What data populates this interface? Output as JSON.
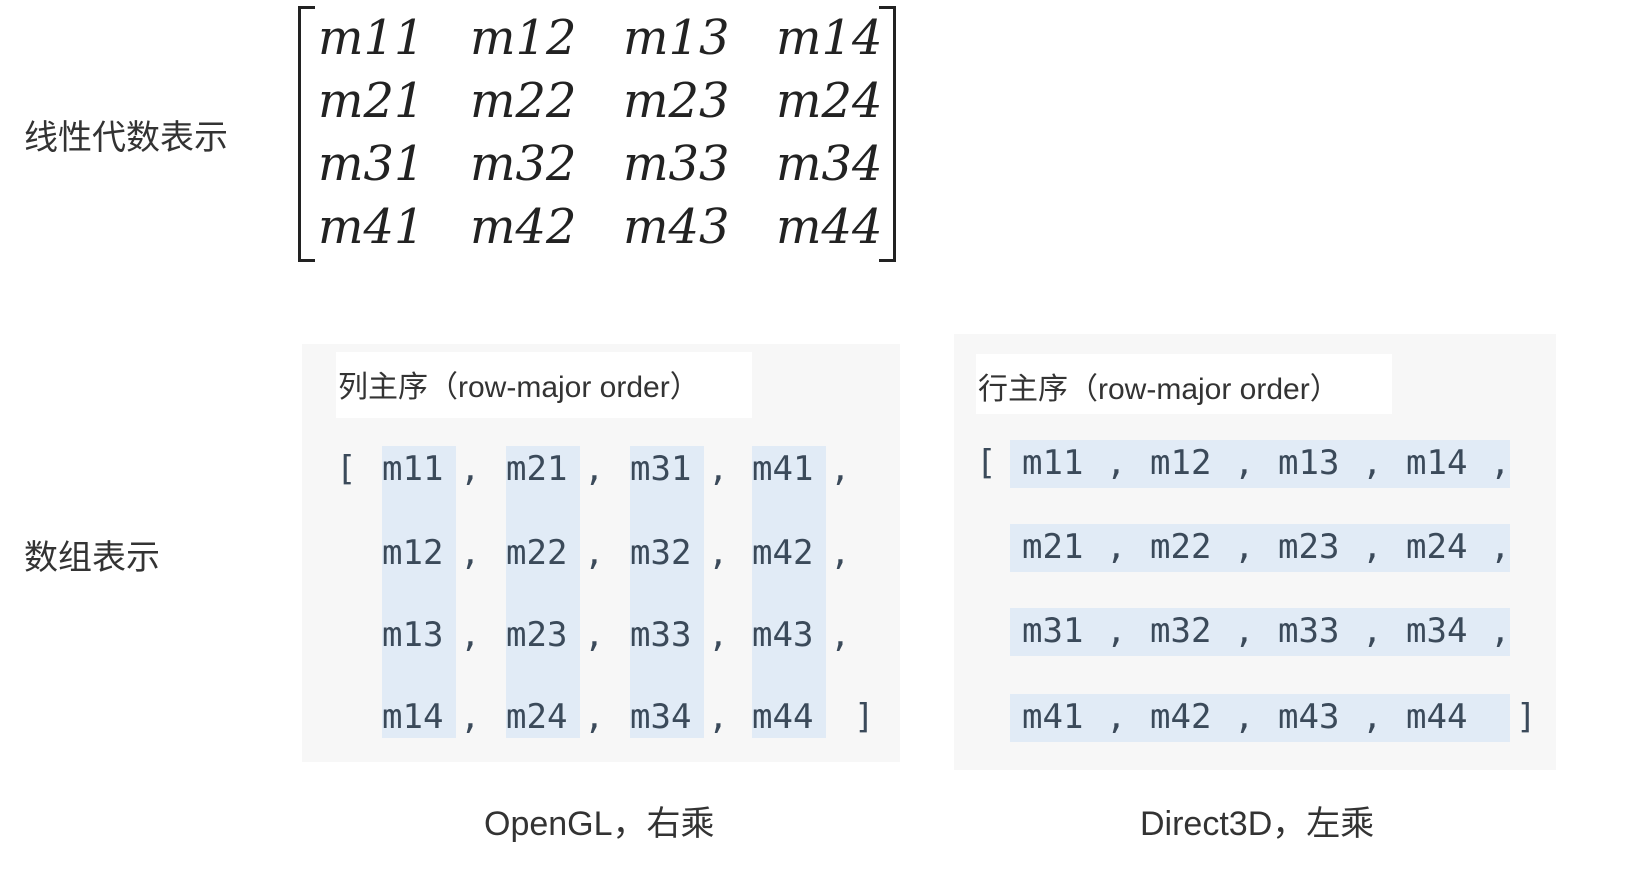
{
  "labels": {
    "algebra": "线性代数表示",
    "array": "数组表示"
  },
  "matrix": {
    "rows": [
      [
        "m11",
        "m12",
        "m13",
        "m14"
      ],
      [
        "m21",
        "m22",
        "m23",
        "m24"
      ],
      [
        "m31",
        "m32",
        "m33",
        "m34"
      ],
      [
        "m41",
        "m42",
        "m43",
        "m44"
      ]
    ]
  },
  "column_major": {
    "title": "列主序（row-major order）",
    "open_bracket": "[",
    "close_bracket": "]",
    "separator": ",",
    "lines": [
      [
        "m11",
        "m21",
        "m31",
        "m41"
      ],
      [
        "m12",
        "m22",
        "m32",
        "m42"
      ],
      [
        "m13",
        "m23",
        "m33",
        "m43"
      ],
      [
        "m14",
        "m24",
        "m34",
        "m44"
      ]
    ],
    "highlight": "columns",
    "caption": "OpenGL，右乘"
  },
  "row_major": {
    "title": "行主序（row-major order）",
    "open_bracket": "[",
    "close_bracket": "]",
    "separator": ",",
    "lines": [
      [
        "m11",
        "m12",
        "m13",
        "m14"
      ],
      [
        "m21",
        "m22",
        "m23",
        "m24"
      ],
      [
        "m31",
        "m32",
        "m33",
        "m34"
      ],
      [
        "m41",
        "m42",
        "m43",
        "m44"
      ]
    ],
    "highlight": "rows",
    "caption": "Direct3D，左乘"
  },
  "colors": {
    "highlight": "#e1ebf6",
    "panel_bg": "#f7f7f7",
    "code_text": "#3b4a5a"
  }
}
